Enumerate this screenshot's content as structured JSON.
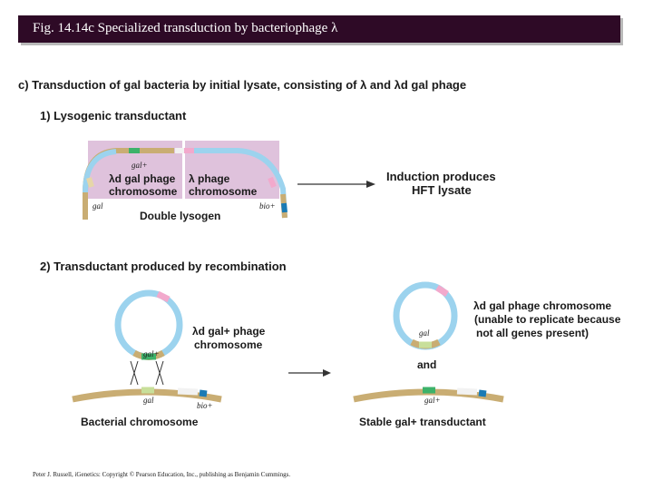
{
  "figure": {
    "title": "Fig. 14.14c  Specialized transduction by bacteriophage λ",
    "part_c_heading": "c)  Transduction of gal bacteria by initial lysate, consisting of λ and λd gal phage",
    "step1_heading": "1)  Lysogenic transductant",
    "step2_heading": "2)  Transductant produced by recombination",
    "credit": "Peter J. Russell, iGenetics: Copyright © Pearson Education, Inc., publishing as Benjamin Cummings."
  },
  "panel1": {
    "lambda_d_gal_label_line1": "λd gal phage",
    "lambda_d_gal_label_line2": "chromosome",
    "lambda_label_line1": "λ phage",
    "lambda_label_line2": "chromosome",
    "gal_plus": "gal+",
    "gal": "gal",
    "bio_plus": "bio+",
    "double_lysogen": "Double lysogen",
    "induction_line1": "Induction produces",
    "induction_line2": "HFT lysate"
  },
  "panel2": {
    "phage_label_line1": "λd gal+ phage",
    "phage_label_line2": "chromosome",
    "gal_plus": "gal+",
    "gal": "gal",
    "bio_plus": "bio+",
    "bacterial_chromosome": "Bacterial chromosome",
    "result_phage_line1": "λd gal phage chromosome",
    "result_phage_line2": "(unable to replicate because",
    "result_phage_line3": "not all genes present)",
    "result_gal": "gal",
    "and": "and",
    "result_gal_plus": "gal+",
    "stable_transductant": "Stable gal+ transductant"
  },
  "colors": {
    "title_bar": "#2e0a26",
    "chromosome": "#c9ad73",
    "phage_dna": "#9cd3ee",
    "lysogen_box": "#dfc2dc",
    "gal_plus_gene": "#3db26a",
    "gal_gene": "#c8df9a",
    "bio_gene": "#1a7bb5",
    "pink_marker": "#f2a9cc"
  }
}
